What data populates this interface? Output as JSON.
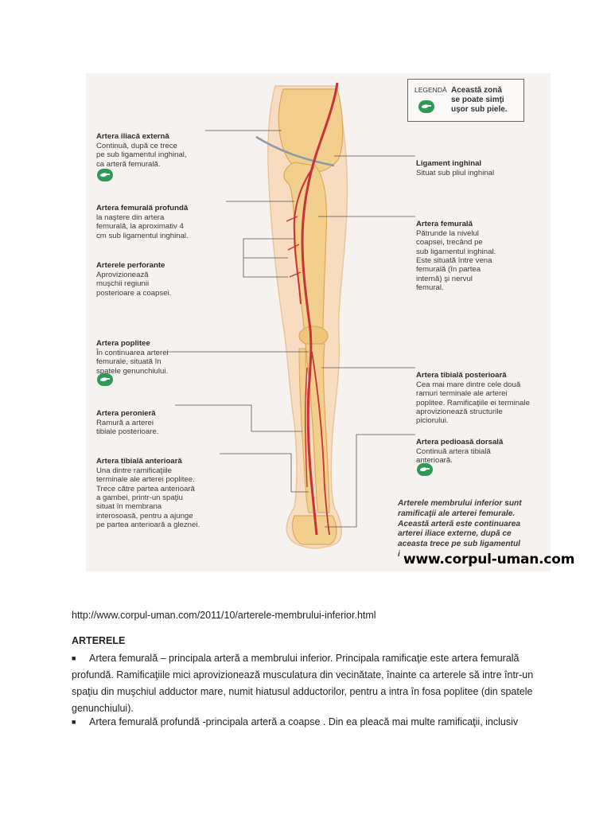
{
  "figure": {
    "legend": {
      "title": "LEGENDĂ",
      "text": "Această zonă\nse poate simţi\nuşor sub piele.",
      "icon": "palpation-hand-icon"
    },
    "labels_left": [
      {
        "title": "Artera iliacă externă",
        "desc": "Continuă, după ce trece\npe sub ligamentul inghinal,\nca arteră femurală."
      },
      {
        "title": "Artera femurală profundă",
        "desc": "la naştere din artera\nfemurală, la aproximativ 4\ncm sub ligamentul inghinal."
      },
      {
        "title": "Arterele perforante",
        "desc": "Aprovizionează\nmuşchii regiunii\nposterioare a coapsei."
      },
      {
        "title": "Artera poplitee",
        "desc": "În continuarea arterei\nfemurale, situată în\nspatele genunchiului."
      },
      {
        "title": "Artera peronieră",
        "desc": "Ramură a arterei\ntibiale posterioare."
      },
      {
        "title": "Artera tibială anterioară",
        "desc": "Una dintre ramificaţiile\nterminale ale arterei poplitee.\nTrece către partea anterioară\na gambei, printr-un spaţiu\nsituat în membrana\ninterosoasă, pentru a ajunge\npe partea anterioară a gleznei."
      }
    ],
    "labels_right": [
      {
        "title": "Ligament inghinal",
        "desc": "Situat sub pliul inghinal"
      },
      {
        "title": "Artera femurală",
        "desc": "Pătrunde la nivelul\ncoapsei, trecând pe\nsub ligamentul inghinal.\nEste situată între vena\nfemurală (în partea\ninternă) şi nervul\nfemural."
      },
      {
        "title": "Artera tibială posterioară",
        "desc": "Cea mai mare dintre cele două\nramuri terminale ale arterei\npoplitee. Ramificaţiile ei terminale\naprovizionează structurile\npiciorului."
      },
      {
        "title": "Artera pedioasă dorsală",
        "desc": "Continuă artera tibială\nanterioară."
      }
    ],
    "caption": "Arterele membrului inferior sunt\nramificaţii ale arterei femurale.\nAceastă arteră este continuarea\narterei iliace externe, după ce\naceasta trece pe sub ligamentul\ni",
    "watermark": "www.corpul-uman.com",
    "colors": {
      "artery": "#c8323a",
      "bone": "#f2cf8c",
      "skin": "#f7dcc0",
      "badge": "#2f9a55"
    }
  },
  "source_url": "http://www.corpul-uman.com/2011/10/arterele-membrului-inferior.html",
  "section_heading": "ARTERELE",
  "paragraphs": [
    {
      "bullet": "■",
      "text": "Artera femurală – principala arteră a membrului inferior. Principala ramificaţie este artera femurală profundă. Ramificaţiile mici aprovizionează musculatura din vecinătate, înainte ca arterele să intre într-un spaţiu din muşchiul adductor mare, numit hiatusul adductorilor, pentru a intra în fosa poplitee (din spatele genunchiului)."
    },
    {
      "bullet": "■",
      "text": "Artera femurală profundă -principala arteră a coapse . Din ea pleacă mai multe ramificaţii, inclusiv"
    }
  ]
}
